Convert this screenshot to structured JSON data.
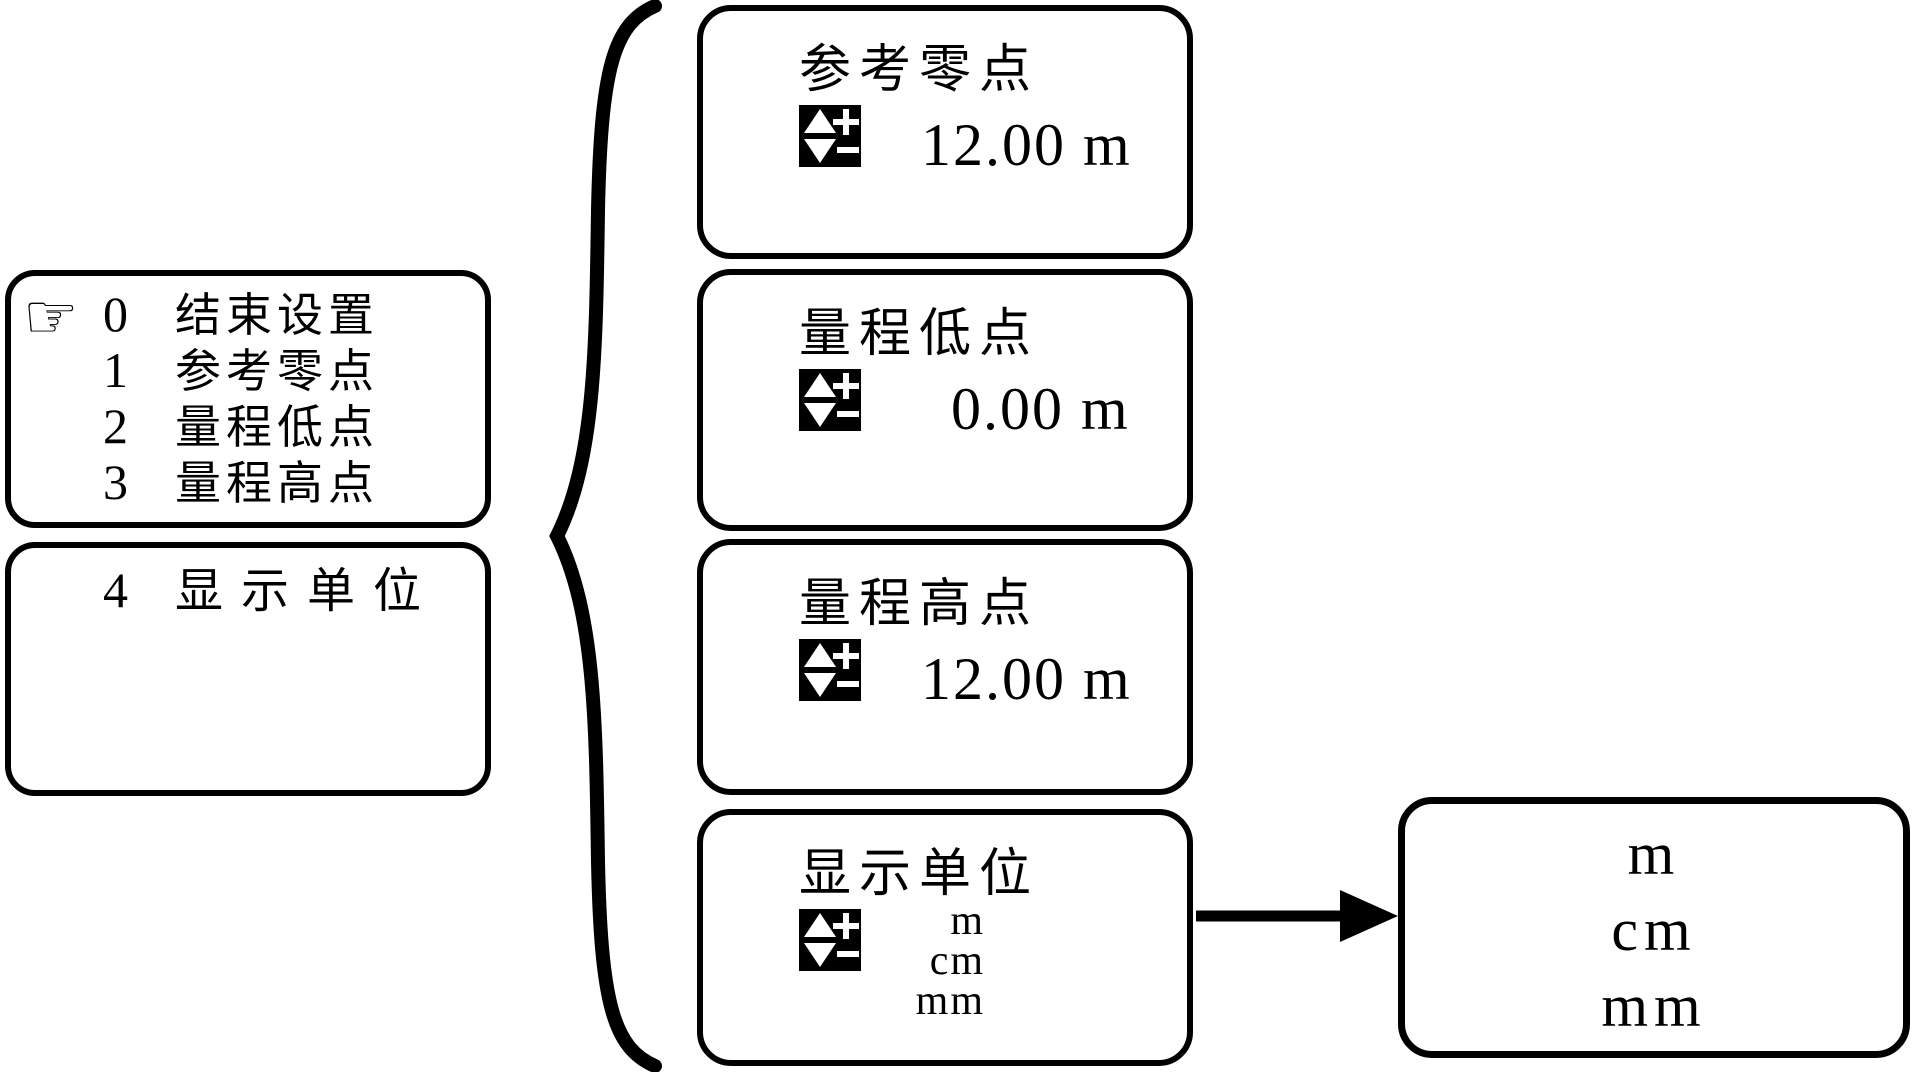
{
  "menu1": {
    "cursor": "☞",
    "items": [
      {
        "num": "0",
        "label": "结束设置"
      },
      {
        "num": "1",
        "label": "参考零点"
      },
      {
        "num": "2",
        "label": "量程低点"
      },
      {
        "num": "3",
        "label": "量程高点"
      }
    ]
  },
  "menu2": {
    "items": [
      {
        "num": "4",
        "label": "显示单位"
      }
    ]
  },
  "panels": [
    {
      "title": "参考零点",
      "value": "12.00 m"
    },
    {
      "title": "量程低点",
      "value": "0.00 m"
    },
    {
      "title": "量程高点",
      "value": "12.00 m"
    },
    {
      "title": "显示单位",
      "options": [
        "m",
        "cm",
        "mm"
      ]
    }
  ],
  "unit_box": {
    "options": [
      "m",
      "cm",
      "mm"
    ]
  },
  "icons": {
    "cursor": "white-right-pointing-index",
    "adjust": "up-down-plus-minus-adjust"
  },
  "colors": {
    "ink": "#000000",
    "bg": "#ffffff"
  }
}
